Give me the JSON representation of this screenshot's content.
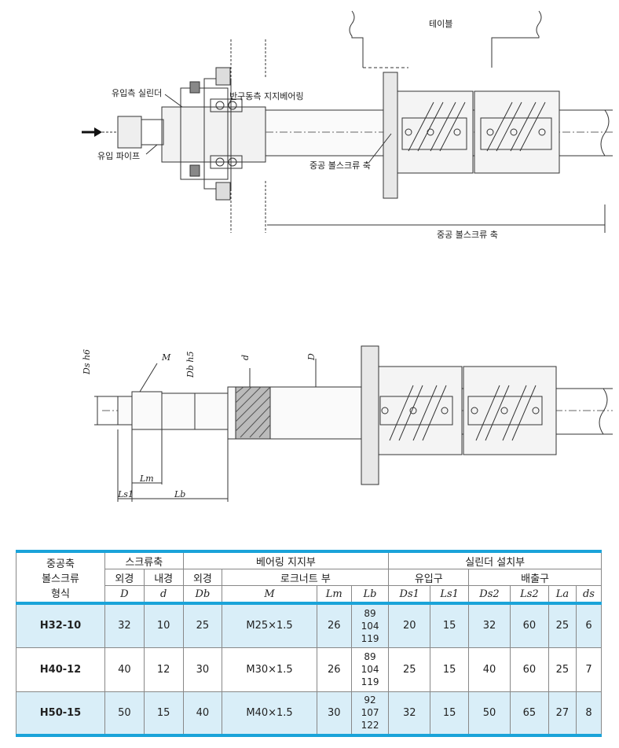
{
  "top_drawing": {
    "table_label": "테이블",
    "inlet_cylinder": "유입측 실린더",
    "bearing": "반구동측 지지베어링",
    "inlet_pipe": "유입 파이프",
    "hollow_shaft_1": "중공 볼스크류 축",
    "hollow_shaft_2": "중공 볼스크류 축"
  },
  "bottom_drawing": {
    "ds_h6": "Ds h6",
    "db_h5": "Db h5",
    "M": "M",
    "d": "d",
    "D": "D",
    "Lm": "Lm",
    "Ls1": "Ls1",
    "Lb": "Lb"
  },
  "table": {
    "headers": {
      "model_line1": "중공축",
      "model_line2": "볼스크류",
      "model_line3": "형식",
      "screw_shaft": "스크류축",
      "outer_dia": "외경",
      "inner_dia": "내경",
      "D": "D",
      "d": "d",
      "bearing_support": "베어링 지지부",
      "bearing_outer": "외경",
      "Db": "Db",
      "locknut": "로크너트 부",
      "M": "M",
      "Lm": "Lm",
      "Lb": "Lb",
      "cylinder_mount": "실린더 설치부",
      "inlet": "유입구",
      "Ds1": "Ds1",
      "Ls1": "Ls1",
      "outlet": "배출구",
      "Ds2": "Ds2",
      "Ls2": "Ls2",
      "La": "La",
      "ds": "ds"
    },
    "rows": [
      {
        "model": "H32-10",
        "D": "32",
        "d": "10",
        "Db": "25",
        "M": "M25×1.5",
        "Lm": "26",
        "Lb": [
          "89",
          "104",
          "119"
        ],
        "Ds1": "20",
        "Ls1": "15",
        "Ds2": "32",
        "Ls2": "60",
        "La": "25",
        "ds": "6"
      },
      {
        "model": "H40-12",
        "D": "40",
        "d": "12",
        "Db": "30",
        "M": "M30×1.5",
        "Lm": "26",
        "Lb": [
          "89",
          "104",
          "119"
        ],
        "Ds1": "25",
        "Ls1": "15",
        "Ds2": "40",
        "Ls2": "60",
        "La": "25",
        "ds": "7"
      },
      {
        "model": "H50-15",
        "D": "50",
        "d": "15",
        "Db": "40",
        "M": "M40×1.5",
        "Lm": "30",
        "Lb": [
          "92",
          "107",
          "122"
        ],
        "Ds1": "32",
        "Ls1": "15",
        "Ds2": "50",
        "Ls2": "65",
        "La": "27",
        "ds": "8"
      }
    ]
  }
}
